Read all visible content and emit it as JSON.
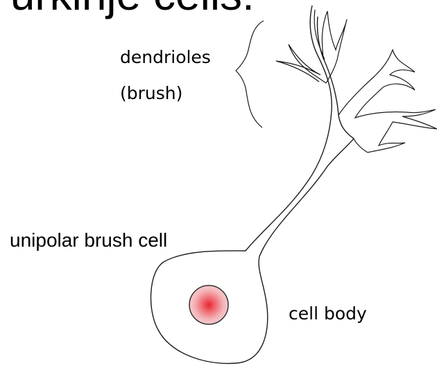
{
  "diagram": {
    "title": "Purkinje cells:",
    "labels": {
      "dendrioles": "dendrioles",
      "brush": "(brush)",
      "unipolar_brush_cell": "unipolar brush cell",
      "cell_body": "cell body"
    },
    "colors": {
      "outline": "#1a1a1a",
      "nucleus_outline": "#333333",
      "nucleus_fill_center": "#e8262f",
      "nucleus_fill_edge": "#f3b4b8",
      "text": "#000000",
      "background": "#ffffff"
    }
  }
}
